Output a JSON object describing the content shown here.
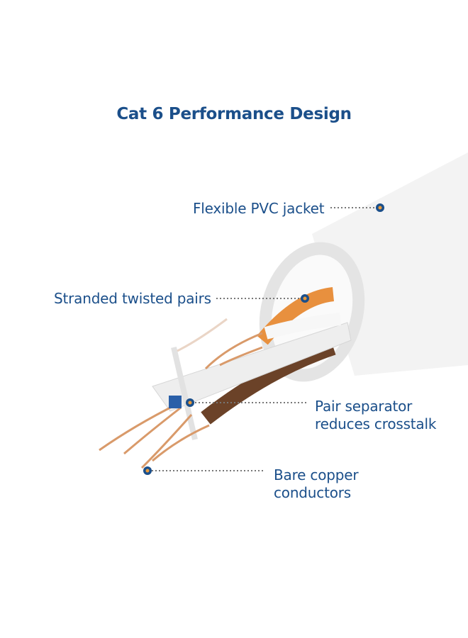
{
  "title": "Cat 6 Performance Design",
  "labels": {
    "jacket": "Flexible PVC jacket",
    "pairs": "Stranded twisted pairs",
    "separator_line1": "Pair separator",
    "separator_line2": "reduces crosstalk",
    "copper_line1": "Bare copper",
    "copper_line2": "conductors"
  },
  "colors": {
    "text": "#1b4f8a",
    "marker_ring": "#1b4f8a",
    "marker_center": "#e89a3c",
    "copper": "#d99a6a",
    "orange_wire": "#e8903e",
    "brown_wire": "#6b4228"
  }
}
